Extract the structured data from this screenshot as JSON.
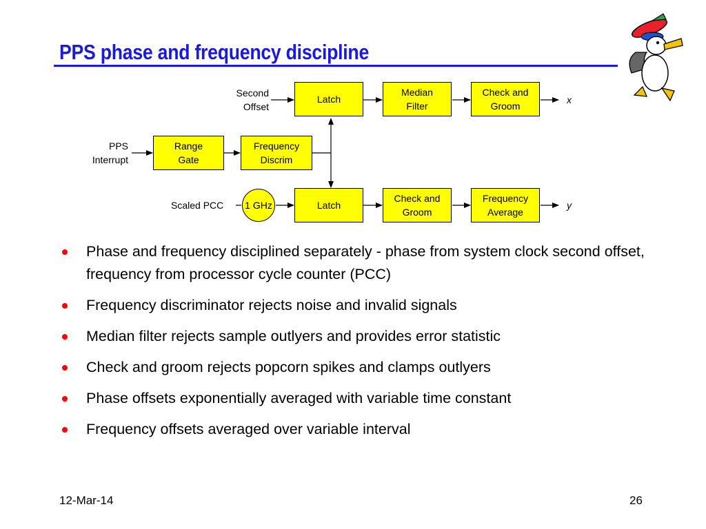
{
  "title": "PPS phase and frequency discipline",
  "diagram": {
    "inputs": {
      "second_offset": "Second\nOffset",
      "pps_interrupt": "PPS\nInterrupt",
      "scaled_pcc": "Scaled PCC"
    },
    "blocks": {
      "latch_top": "Latch",
      "median_filter": "Median\nFilter",
      "check_groom_top": "Check and\nGroom",
      "range_gate": "Range\nGate",
      "frequency_discrim": "Frequency\nDiscrim",
      "oscillator": "1 GHz",
      "latch_bottom": "Latch",
      "check_groom_bottom": "Check and\nGroom",
      "frequency_average": "Frequency\nAverage"
    },
    "outputs": {
      "x": "x",
      "y": "y"
    },
    "box_color": "#ffff00"
  },
  "bullets": [
    "Phase and frequency disciplined separately - phase from system clock second offset, frequency from processor cycle counter (PCC)",
    "Frequency discriminator rejects noise and invalid signals",
    "Median filter rejects sample outlyers and provides error statistic",
    "Check and groom rejects popcorn spikes and clamps outlyers",
    "Phase offsets exponentially averaged with variable time constant",
    "Frequency offsets averaged over variable interval"
  ],
  "footer": {
    "date": "12-Mar-14",
    "page": "26"
  },
  "colors": {
    "title": "#1a1adb",
    "bullet": "#ff0000"
  },
  "mascot_icon": "duck-mascot-icon"
}
